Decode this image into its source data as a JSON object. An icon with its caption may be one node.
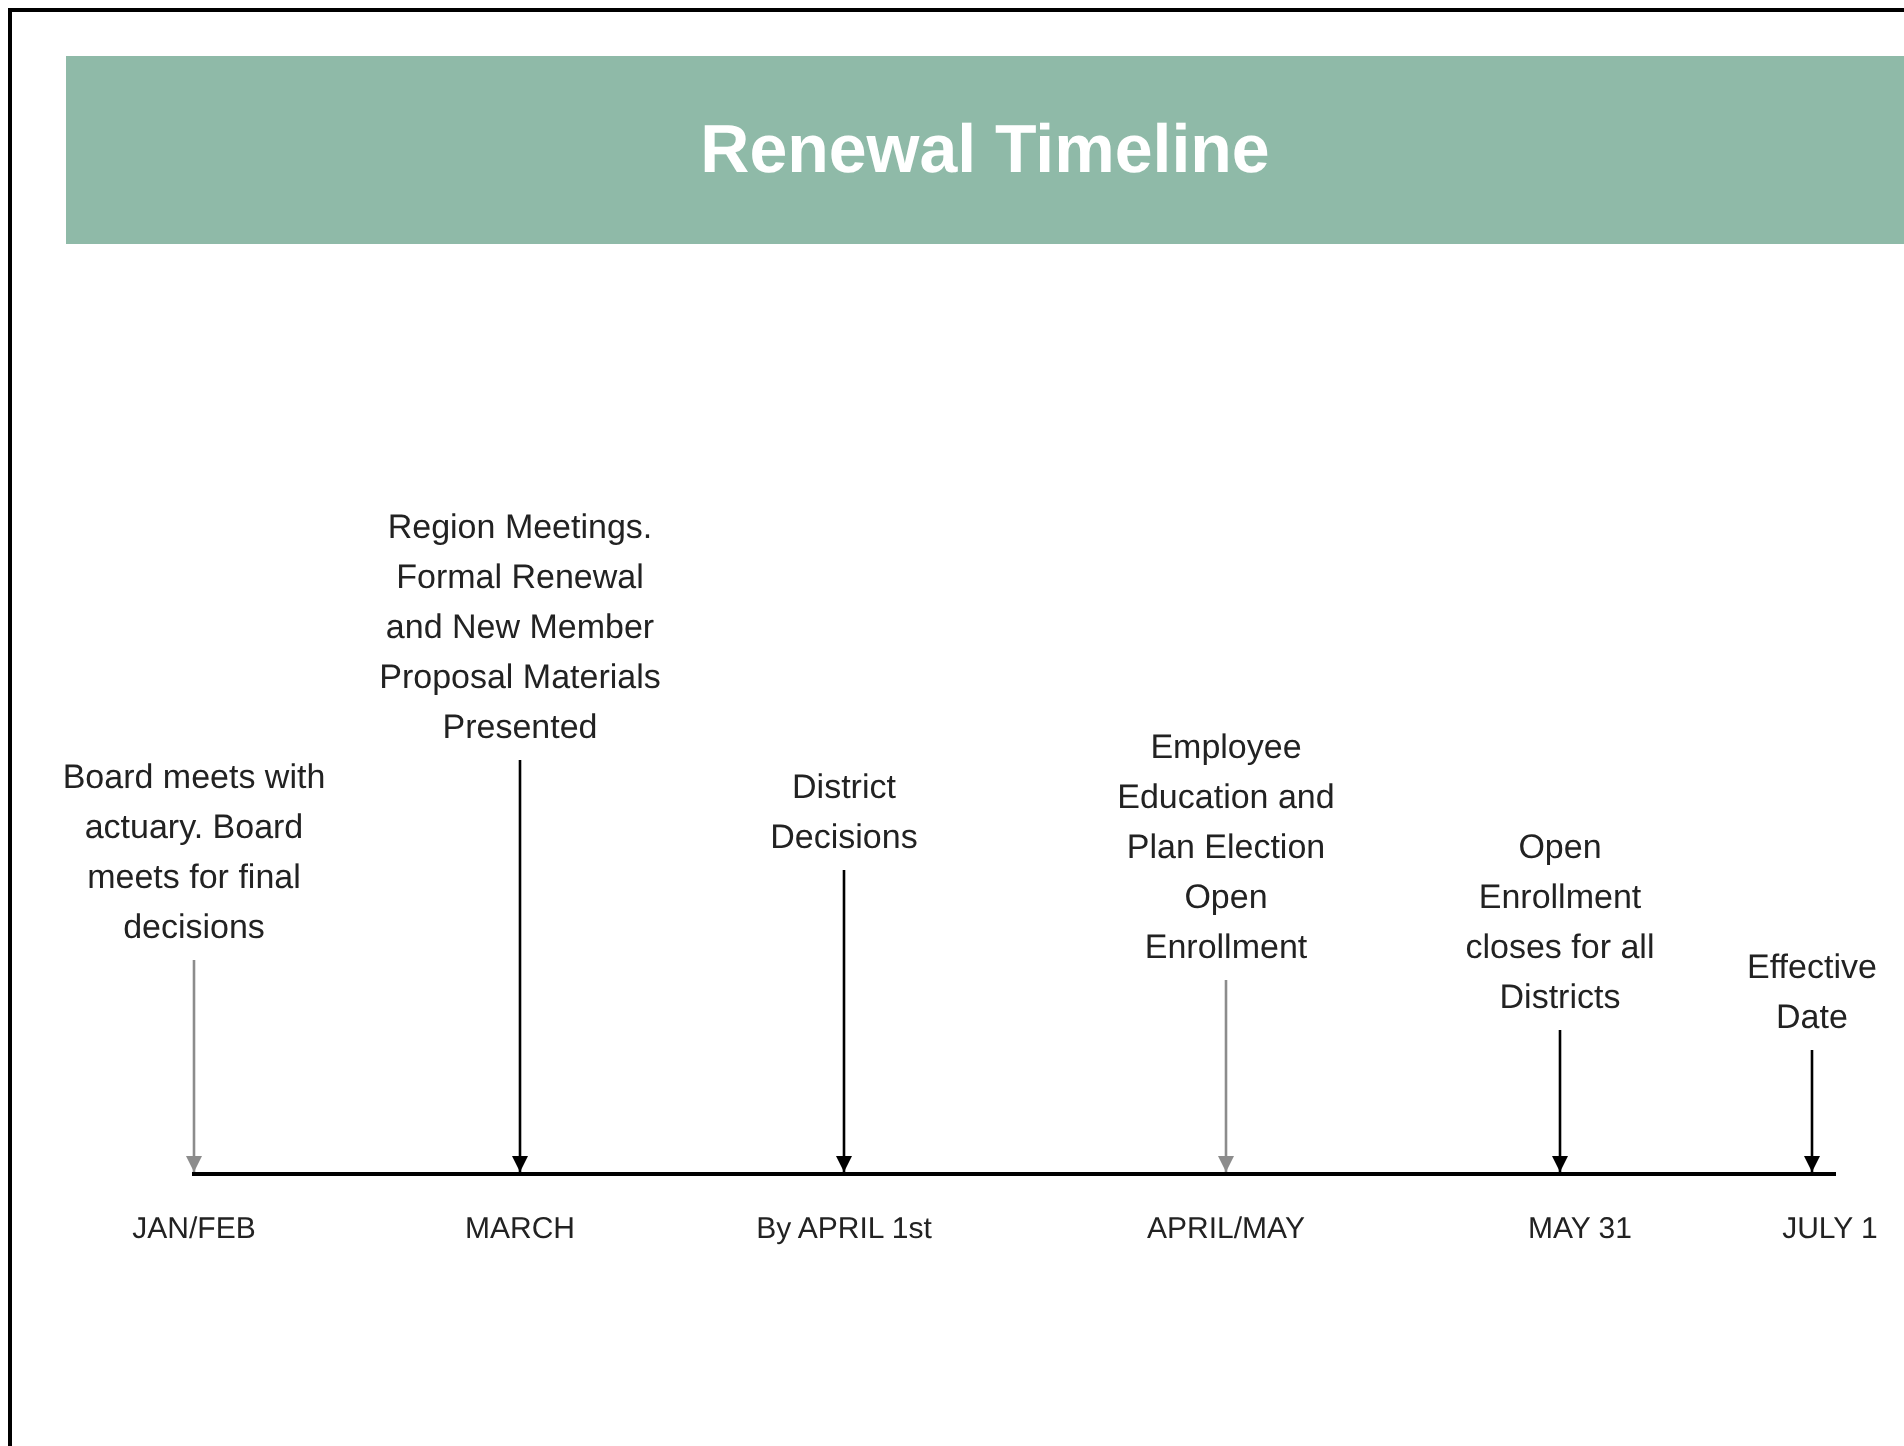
{
  "diagram": {
    "title": "Renewal Timeline",
    "nodes": [
      {
        "text": [
          "Board meets with actuary. Board meets for final decisions"
        ]
      },
      {
        "text": [
          "Region Meetings. Formal Renewal and New Member Proposal Materials Presented"
        ]
      },
      {
        "text": [
          "District Decisions"
        ]
      },
      {
        "text": [
          "Employee Education and Plan Election Open Enrollment"
        ]
      },
      {
        "text": [
          "Open Enrollment closes for all Districts"
        ]
      },
      {
        "text": [
          "Effective Date"
        ]
      },
      {
        "text": [],
        "shape": "bar"
      }
    ],
    "edges": [
      {
        "from": 0,
        "to": 6,
        "arrow": "to",
        "color": "#8c8c8c"
      },
      {
        "from": 1,
        "to": 6,
        "arrow": "to"
      },
      {
        "from": 2,
        "to": 6,
        "arrow": "to"
      },
      {
        "from": 3,
        "to": 6,
        "arrow": "to",
        "color": "#8c8c8c"
      },
      {
        "from": 4,
        "to": 6,
        "arrow": "to"
      },
      {
        "from": 5,
        "to": 6,
        "arrow": "to"
      }
    ],
    "labels": [
      "JAN/FEB",
      "MARCH",
      "By APRIL 1st",
      "APRIL/MAY",
      "MAY 31",
      "JULY 1"
    ]
  }
}
